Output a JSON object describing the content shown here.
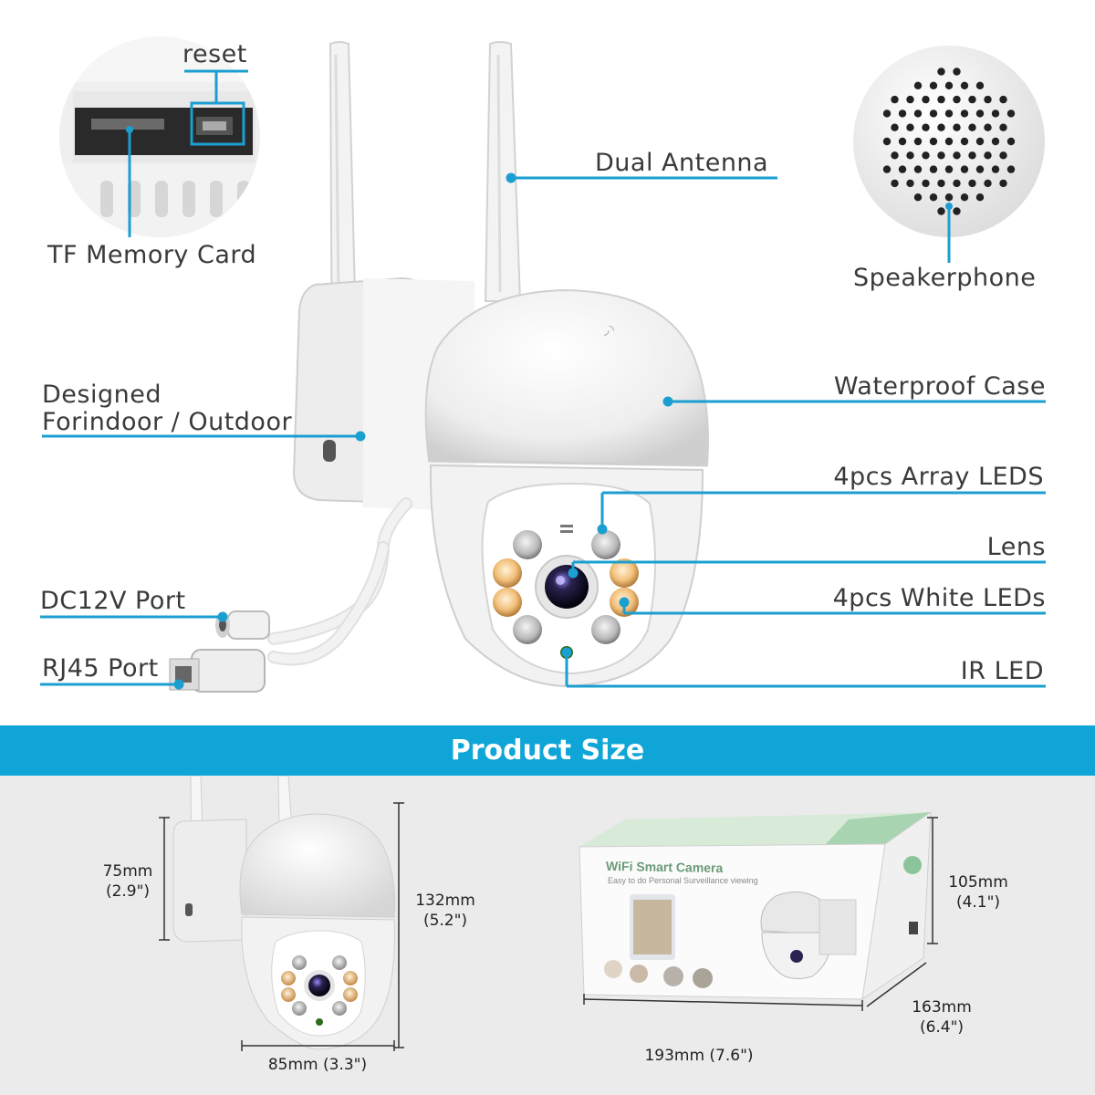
{
  "labels": {
    "reset": "reset",
    "tf_card": "TF Memory Card",
    "dual_antenna": "Dual Antenna",
    "speakerphone": "Speakerphone",
    "designed_line1": "Designed",
    "designed_line2": "Forindoor / Outdoor",
    "waterproof": "Waterproof Case",
    "array_leds": "4pcs Array LEDS",
    "lens": "Lens",
    "white_leds": "4pcs White LEDs",
    "dc_port": "DC12V Port",
    "rj45_port": "RJ45 Port",
    "ir_led": "IR LED"
  },
  "banner": {
    "title": "Product Size"
  },
  "dimensions": {
    "bracket_mm": "75mm",
    "bracket_in": "(2.9\")",
    "height_mm": "132mm",
    "height_in": "(5.2\")",
    "width_mm": "85mm",
    "width_in": "(3.3\")",
    "box_h_mm": "105mm",
    "box_h_in": "(4.1\")",
    "box_d_mm": "163mm",
    "box_d_in": "(6.4\")",
    "box_w_mm": "193mm",
    "box_w_in": "(7.6\")"
  },
  "box": {
    "title": "WiFi Smart Camera",
    "subtitle": "Easy to do Personal Surveillance viewing"
  },
  "colors": {
    "accent": "#0fa5d6",
    "leader": "#1b9fd0",
    "camera_white": "#f4f4f4",
    "led_amber": "#f0b870",
    "box_green": "#b8dcc0"
  }
}
